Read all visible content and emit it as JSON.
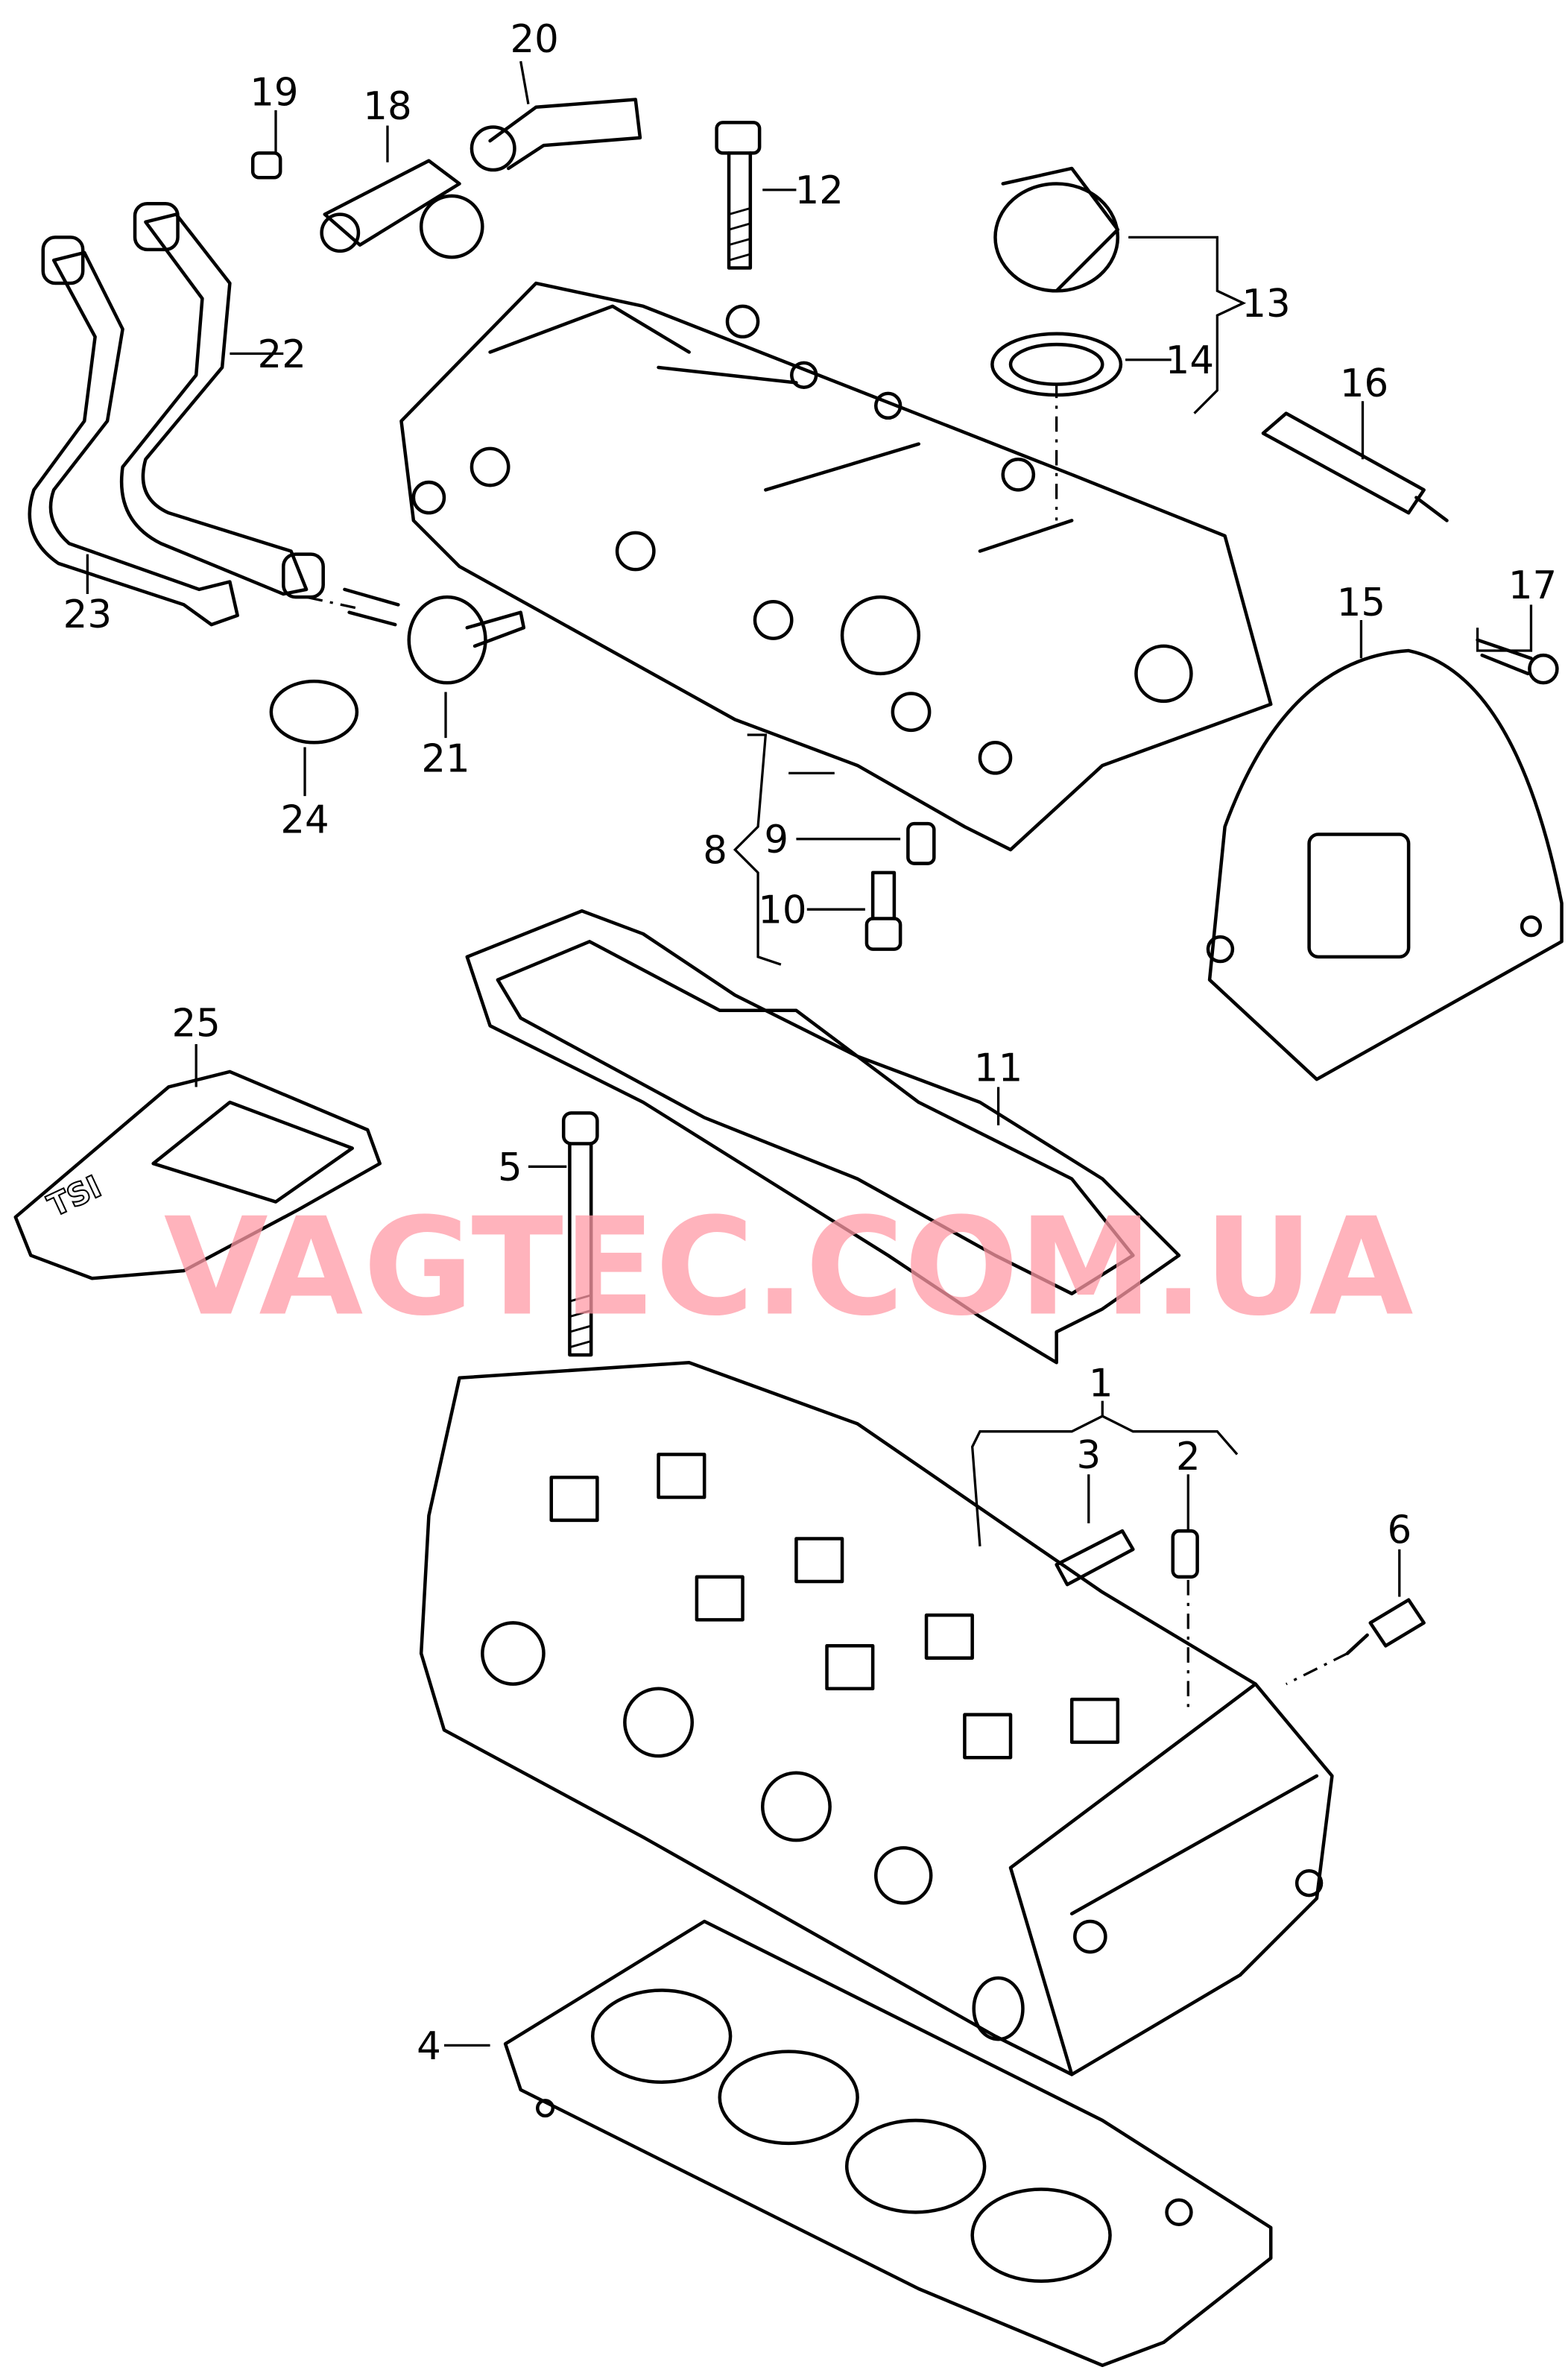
{
  "diagram": {
    "title": "Cylinder head, cylinder head cover and gaskets exploded view",
    "watermark": "VAGTEC.COM.UA",
    "cover_badge": "TSI",
    "callouts": [
      "1",
      "2",
      "3",
      "4",
      "5",
      "6",
      "8",
      "9",
      "10",
      "11",
      "12",
      "13",
      "14",
      "15",
      "16",
      "17",
      "18",
      "19",
      "20",
      "21",
      "22",
      "23",
      "24",
      "25"
    ]
  }
}
